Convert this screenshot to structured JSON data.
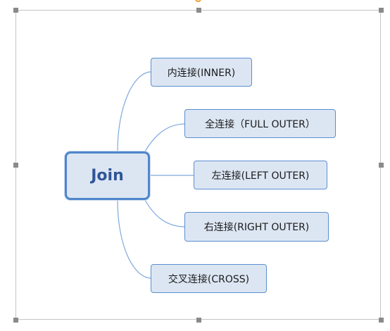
{
  "diagram": {
    "root": "Join",
    "children": [
      "内连接(INNER)",
      "全连接（FULL OUTER）",
      "左连接(LEFT OUTER)",
      "右连接(RIGHT OUTER)",
      "交叉连接(CROSS)"
    ]
  },
  "colors": {
    "node_fill": "#dce6f3",
    "node_border": "#5b8fd0",
    "root_border": "#4f86cc",
    "root_text": "#2f5597",
    "connector": "#7fa8dc",
    "selection_handle": "#8a8a8a",
    "rotate_handle": "#f0a030"
  }
}
